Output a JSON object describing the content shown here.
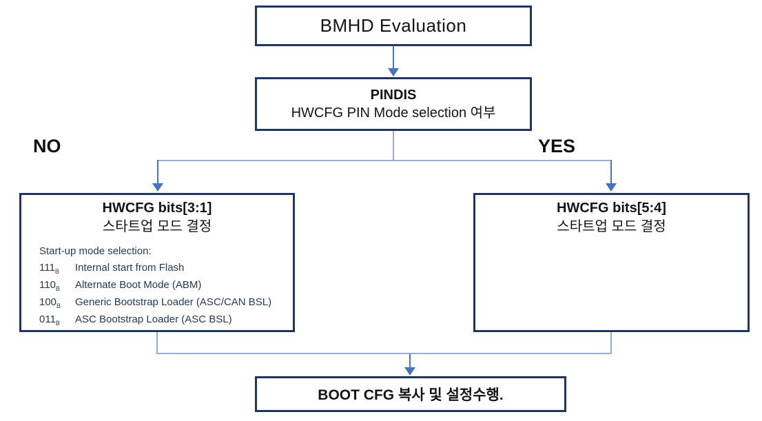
{
  "flow": {
    "title_box": {
      "label": "BMHD Evaluation"
    },
    "decision_box": {
      "title": "PINDIS",
      "subtitle": "HWCFG PIN Mode selection 여부"
    },
    "branch_labels": {
      "no": "NO",
      "yes": "YES"
    },
    "left_box": {
      "title": "HWCFG bits[3:1]",
      "subtitle": "스타트업 모드 결정",
      "list_heading": "Start-up mode selection:",
      "modes": [
        {
          "code": "111",
          "sub": "B",
          "label": "Internal start from Flash"
        },
        {
          "code": "110",
          "sub": "B",
          "label": "Alternate Boot Mode (ABM)"
        },
        {
          "code": "100",
          "sub": "B",
          "label": "Generic Bootstrap Loader (ASC/CAN BSL)"
        },
        {
          "code": "011",
          "sub": "B",
          "label": "ASC Bootstrap Loader (ASC BSL)"
        }
      ]
    },
    "right_box": {
      "title": "HWCFG bits[5:4]",
      "subtitle": "스타트업 모드 결정"
    },
    "final_box": {
      "label": "BOOT CFG 복사 및 설정수행."
    },
    "colors": {
      "box_border": "#1e3560",
      "connector_line": "#94acdb",
      "connector_accent": "#4472c4",
      "list_text": "#243a57"
    }
  }
}
